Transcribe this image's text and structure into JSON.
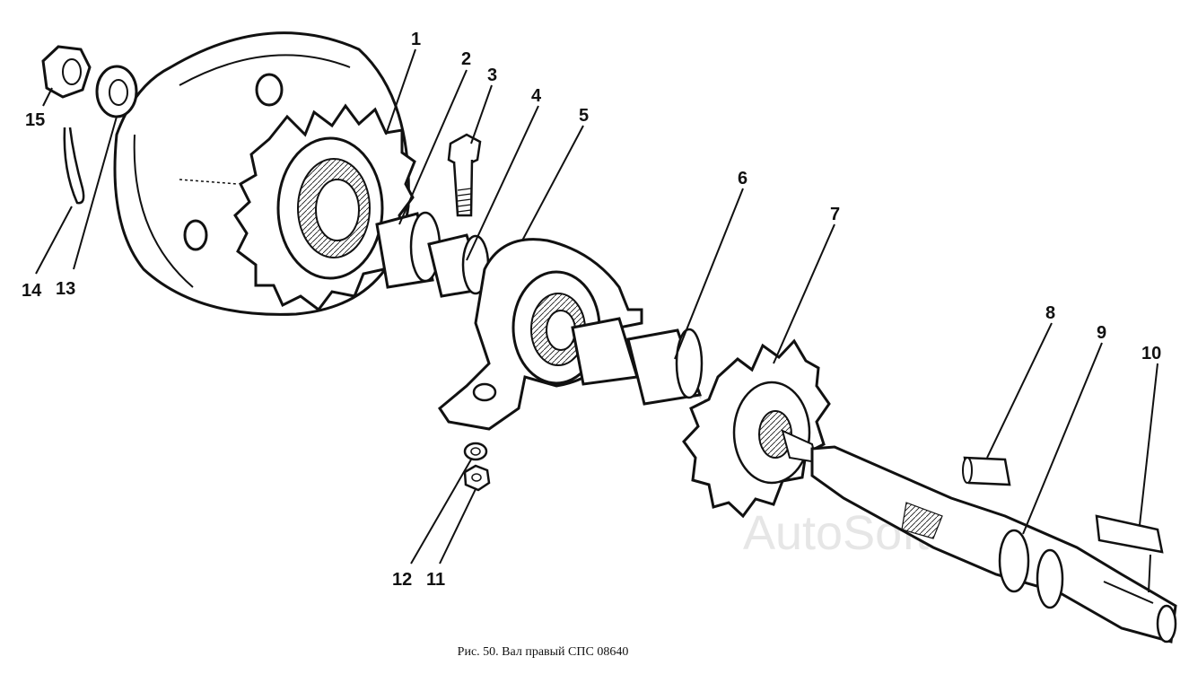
{
  "caption": "Рис. 50. Вал правый СПС 08640",
  "watermark": "AutoSoft",
  "callouts": [
    {
      "id": "1",
      "label": "1"
    },
    {
      "id": "2",
      "label": "2"
    },
    {
      "id": "3",
      "label": "3"
    },
    {
      "id": "4",
      "label": "4"
    },
    {
      "id": "5",
      "label": "5"
    },
    {
      "id": "6",
      "label": "6"
    },
    {
      "id": "7",
      "label": "7"
    },
    {
      "id": "8",
      "label": "8"
    },
    {
      "id": "9",
      "label": "9"
    },
    {
      "id": "10",
      "label": "10"
    },
    {
      "id": "11",
      "label": "11"
    },
    {
      "id": "12",
      "label": "12"
    },
    {
      "id": "13",
      "label": "13"
    },
    {
      "id": "14",
      "label": "14"
    },
    {
      "id": "15",
      "label": "15"
    }
  ],
  "colors": {
    "ink": "#111111",
    "paper": "#ffffff",
    "watermark": "#e6e6e6"
  }
}
